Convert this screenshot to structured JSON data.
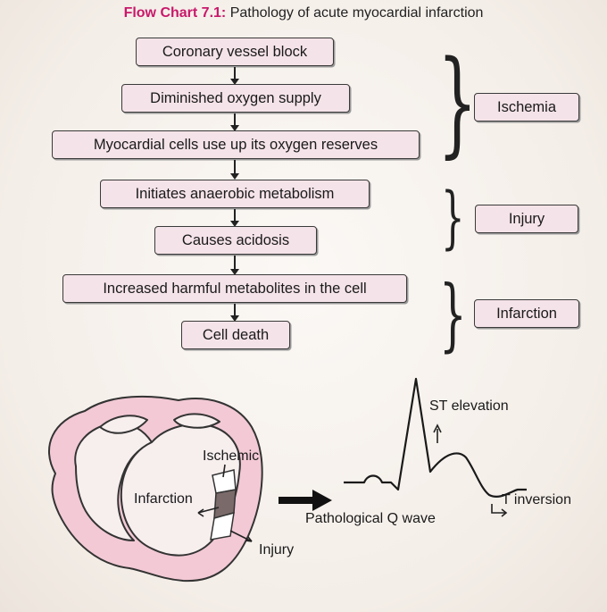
{
  "title": {
    "label": "Flow Chart 7.1:",
    "text": "Pathology of acute myocardial infarction"
  },
  "flow": [
    "Coronary vessel block",
    "Diminished oxygen supply",
    "Myocardial cells use up its oxygen reserves",
    "Initiates anaerobic metabolism",
    "Causes acidosis",
    "Increased harmful metabolites in the cell",
    "Cell death"
  ],
  "stages": [
    "Ischemia",
    "Injury",
    "Infarction"
  ],
  "heart_labels": {
    "ischemic": "Ischemic",
    "infarction": "Infarction",
    "injury": "Injury"
  },
  "ecg_labels": {
    "st": "ST elevation",
    "q": "Pathological Q wave",
    "t": "T inversion"
  },
  "colors": {
    "title_accent": "#c8186a",
    "box_fill": "#f4e3e8",
    "heart_fill": "#f2c9d5"
  }
}
